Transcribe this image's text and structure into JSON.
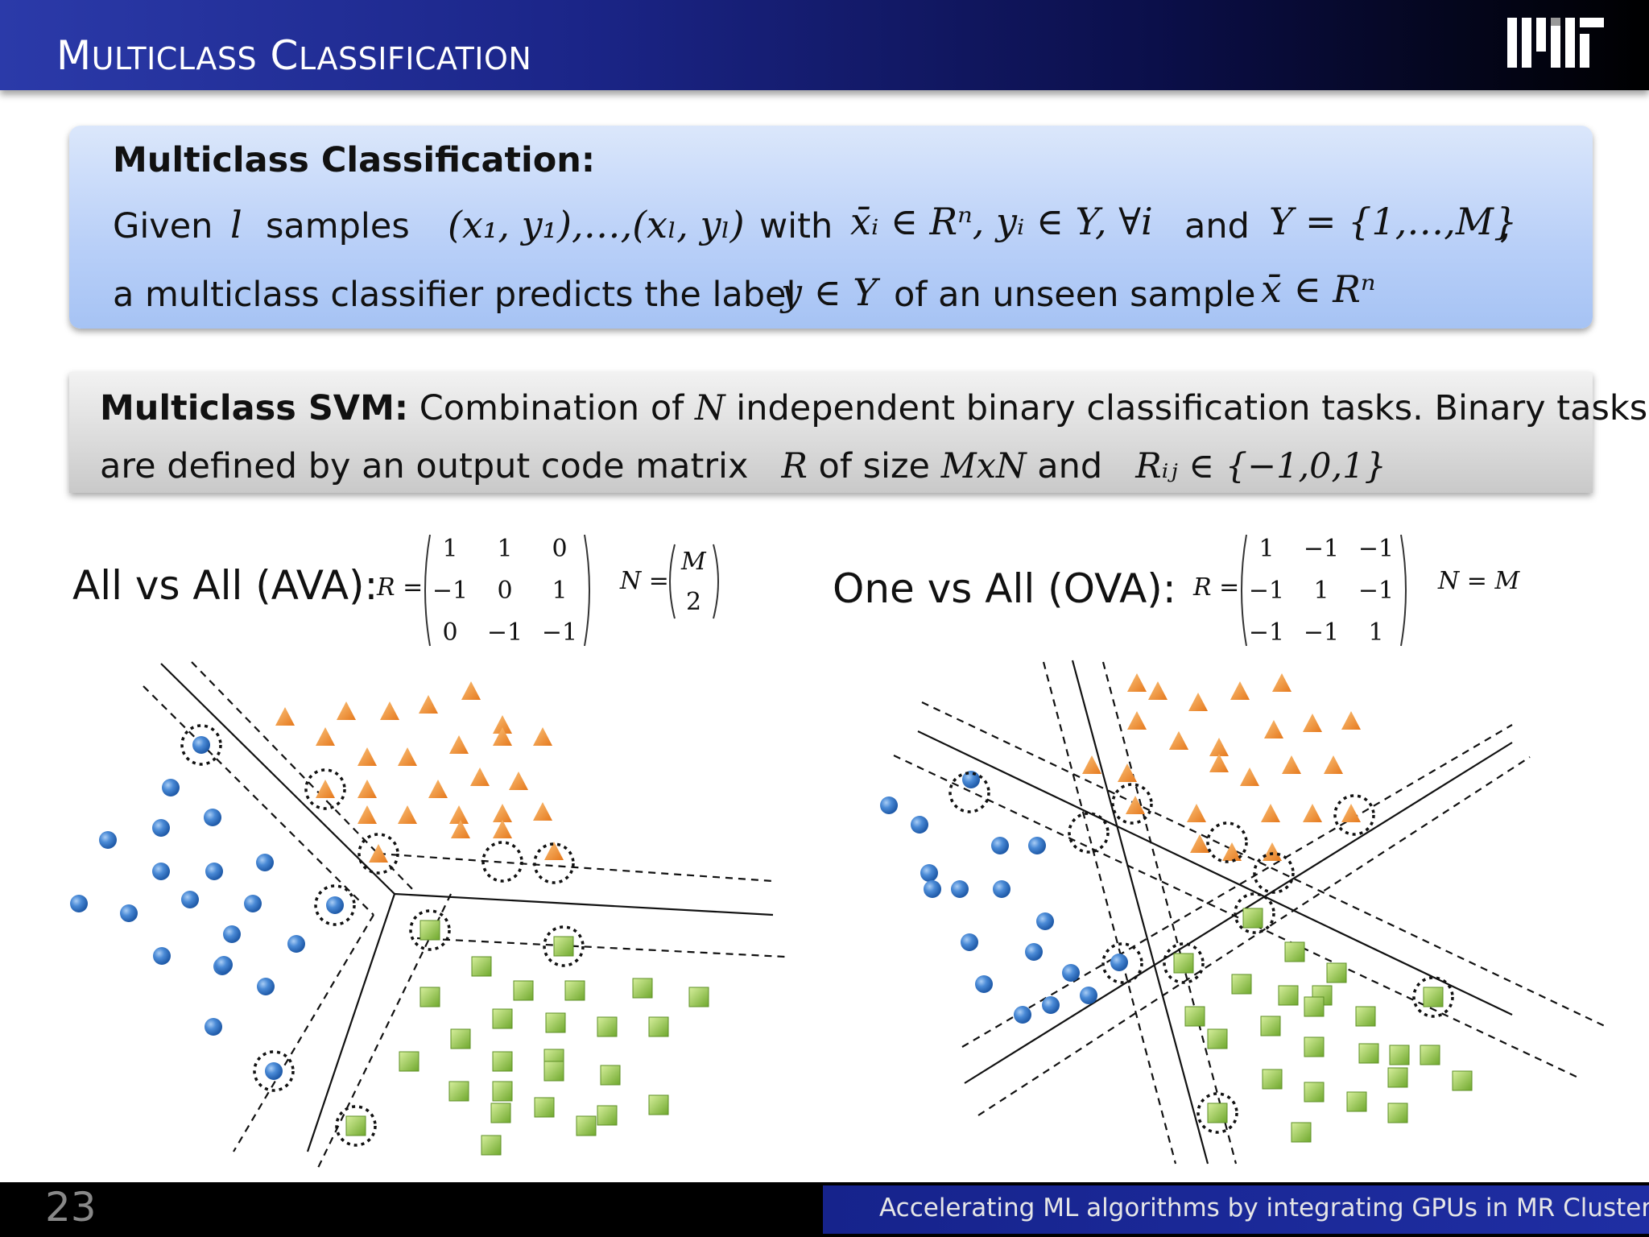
{
  "header": {
    "title_cap1": "M",
    "title_rest1": "ULTICLASS",
    "title_cap2": "C",
    "title_rest2": "LASSIFICATION",
    "logo": "MIT"
  },
  "definition": {
    "title": "Multiclass Classification:",
    "given": "Given",
    "l": "l",
    "samples": "samples",
    "samples_math": "(x₁, y₁),…,(xₗ, yₗ)",
    "with": "with",
    "condition_math": "x̄ᵢ ∈ Rⁿ, yᵢ ∈ Y, ∀i",
    "and": "and",
    "y_set_math": "Y = {1,…,M}",
    "comma": ",",
    "line2_text": "a multiclass classifier predicts the label",
    "label_math": "y ∈ Y",
    "line2_text2": "of an unseen sample",
    "sample_math": "x̄ ∈ Rⁿ"
  },
  "svm": {
    "bold": "Multiclass SVM:",
    "text1": "Combination of",
    "n": "N",
    "text2": "independent binary classification tasks. Binary tasks",
    "text3": "are defined by an output code matrix",
    "r": "R",
    "text4": "of size",
    "size": "MxN",
    "text5": "and",
    "rij": "Rᵢⱼ ∈ {−1,0,1}"
  },
  "ava": {
    "label": "All vs All (AVA):",
    "r_label": "R =",
    "matrix": [
      [
        "1",
        "1",
        "0"
      ],
      [
        "−1",
        "0",
        "1"
      ],
      [
        "0",
        "−1",
        "−1"
      ]
    ],
    "n_label": "N =",
    "n_top": "M",
    "n_bottom": "2"
  },
  "ova": {
    "label": "One vs All (OVA):",
    "r_label": "R =",
    "matrix": [
      [
        "1",
        "−1",
        "−1"
      ],
      [
        "−1",
        "1",
        "−1"
      ],
      [
        "−1",
        "−1",
        "1"
      ]
    ],
    "n_label": "N = M"
  },
  "colors": {
    "circle": "#3f7fd0",
    "triangle": "#f08c2a",
    "square": "#8cc63f"
  },
  "footer": {
    "page": "23",
    "text": "Accelerating ML algorithms by integrating GPUs in MR Clusters"
  }
}
